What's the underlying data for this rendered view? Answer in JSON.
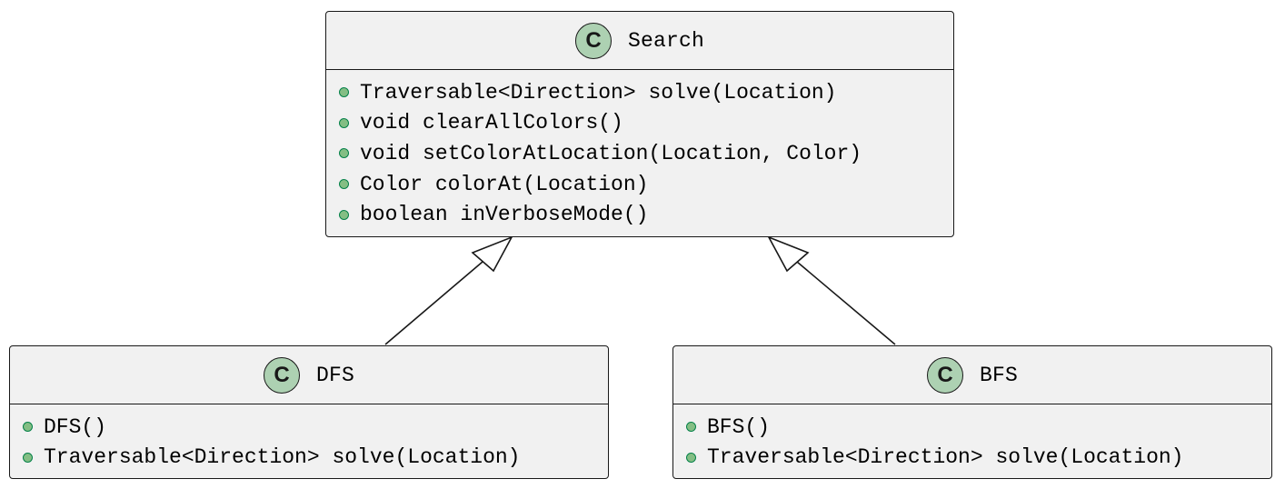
{
  "colors": {
    "class_fill": "#f1f1f1",
    "border": "#181818",
    "badge_fill": "#add1b2",
    "visibility_fill": "#84be84",
    "visibility_stroke": "#038048"
  },
  "icons": {
    "class_badge": "class-c-icon",
    "public_member": "public-visibility-icon",
    "inheritance_arrow": "hollow-triangle-arrow-icon"
  },
  "classes": {
    "search": {
      "badge": "C",
      "name": "Search",
      "members": [
        "Traversable<Direction> solve(Location)",
        "void clearAllColors()",
        "void setColorAtLocation(Location, Color)",
        "Color colorAt(Location)",
        "boolean inVerboseMode()"
      ]
    },
    "dfs": {
      "badge": "C",
      "name": "DFS",
      "members": [
        "DFS()",
        "Traversable<Direction> solve(Location)"
      ]
    },
    "bfs": {
      "badge": "C",
      "name": "BFS",
      "members": [
        "BFS()",
        "Traversable<Direction> solve(Location)"
      ]
    }
  },
  "relations": [
    {
      "from": "dfs",
      "to": "search",
      "type": "inheritance"
    },
    {
      "from": "bfs",
      "to": "search",
      "type": "inheritance"
    }
  ]
}
